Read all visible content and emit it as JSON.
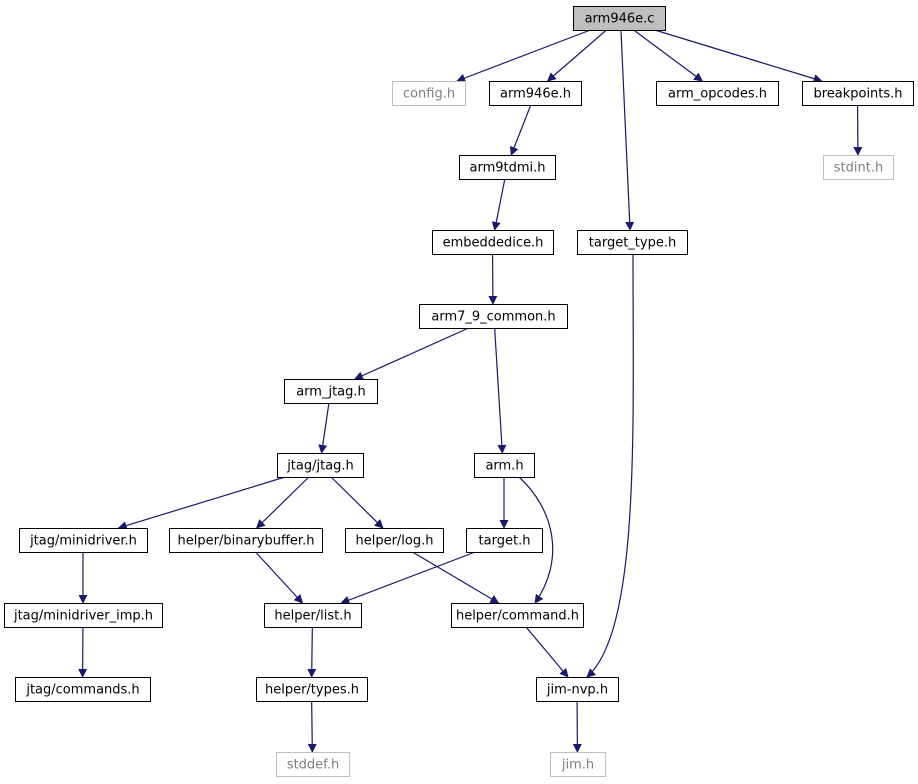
{
  "graph": {
    "nodes": [
      {
        "id": "arm946e_c",
        "label": "arm946e.c",
        "style": "root"
      },
      {
        "id": "config_h",
        "label": "config.h",
        "style": "external"
      },
      {
        "id": "arm946e_h",
        "label": "arm946e.h",
        "style": "normal"
      },
      {
        "id": "arm_opcodes_h",
        "label": "arm_opcodes.h",
        "style": "normal"
      },
      {
        "id": "breakpoints_h",
        "label": "breakpoints.h",
        "style": "normal"
      },
      {
        "id": "stdint_h",
        "label": "stdint.h",
        "style": "external"
      },
      {
        "id": "arm9tdmi_h",
        "label": "arm9tdmi.h",
        "style": "normal"
      },
      {
        "id": "embeddedice_h",
        "label": "embeddedice.h",
        "style": "normal"
      },
      {
        "id": "target_type_h",
        "label": "target_type.h",
        "style": "normal"
      },
      {
        "id": "arm7_9_common_h",
        "label": "arm7_9_common.h",
        "style": "normal"
      },
      {
        "id": "arm_jtag_h",
        "label": "arm_jtag.h",
        "style": "normal"
      },
      {
        "id": "jtag_jtag_h",
        "label": "jtag/jtag.h",
        "style": "normal"
      },
      {
        "id": "arm_h",
        "label": "arm.h",
        "style": "normal"
      },
      {
        "id": "jtag_minidriver_h",
        "label": "jtag/minidriver.h",
        "style": "normal"
      },
      {
        "id": "helper_binarybuffer_h",
        "label": "helper/binarybuffer.h",
        "style": "normal"
      },
      {
        "id": "helper_log_h",
        "label": "helper/log.h",
        "style": "normal"
      },
      {
        "id": "target_h",
        "label": "target.h",
        "style": "normal"
      },
      {
        "id": "jtag_minidriver_imp_h",
        "label": "jtag/minidriver_imp.h",
        "style": "normal"
      },
      {
        "id": "helper_list_h",
        "label": "helper/list.h",
        "style": "normal"
      },
      {
        "id": "helper_command_h",
        "label": "helper/command.h",
        "style": "normal"
      },
      {
        "id": "jtag_commands_h",
        "label": "jtag/commands.h",
        "style": "normal"
      },
      {
        "id": "helper_types_h",
        "label": "helper/types.h",
        "style": "normal"
      },
      {
        "id": "jim_nvp_h",
        "label": "jim-nvp.h",
        "style": "normal"
      },
      {
        "id": "stddef_h",
        "label": "stddef.h",
        "style": "external"
      },
      {
        "id": "jim_h",
        "label": "jim.h",
        "style": "external"
      }
    ],
    "edges": [
      {
        "from": "arm946e_c",
        "to": "config_h"
      },
      {
        "from": "arm946e_c",
        "to": "arm946e_h"
      },
      {
        "from": "arm946e_c",
        "to": "arm_opcodes_h"
      },
      {
        "from": "arm946e_c",
        "to": "breakpoints_h"
      },
      {
        "from": "arm946e_c",
        "to": "target_type_h"
      },
      {
        "from": "breakpoints_h",
        "to": "stdint_h"
      },
      {
        "from": "arm946e_h",
        "to": "arm9tdmi_h"
      },
      {
        "from": "arm9tdmi_h",
        "to": "embeddedice_h"
      },
      {
        "from": "embeddedice_h",
        "to": "arm7_9_common_h"
      },
      {
        "from": "arm7_9_common_h",
        "to": "arm_jtag_h"
      },
      {
        "from": "arm7_9_common_h",
        "to": "arm_h"
      },
      {
        "from": "arm_jtag_h",
        "to": "jtag_jtag_h"
      },
      {
        "from": "jtag_jtag_h",
        "to": "jtag_minidriver_h"
      },
      {
        "from": "jtag_jtag_h",
        "to": "helper_binarybuffer_h"
      },
      {
        "from": "jtag_jtag_h",
        "to": "helper_log_h"
      },
      {
        "from": "arm_h",
        "to": "target_h"
      },
      {
        "from": "arm_h",
        "to": "helper_command_h"
      },
      {
        "from": "jtag_minidriver_h",
        "to": "jtag_minidriver_imp_h"
      },
      {
        "from": "jtag_minidriver_imp_h",
        "to": "jtag_commands_h"
      },
      {
        "from": "helper_binarybuffer_h",
        "to": "helper_list_h"
      },
      {
        "from": "target_h",
        "to": "helper_list_h"
      },
      {
        "from": "helper_log_h",
        "to": "helper_command_h"
      },
      {
        "from": "helper_list_h",
        "to": "helper_types_h"
      },
      {
        "from": "helper_command_h",
        "to": "jim_nvp_h"
      },
      {
        "from": "target_type_h",
        "to": "jim_nvp_h"
      },
      {
        "from": "helper_types_h",
        "to": "stddef_h"
      },
      {
        "from": "jim_nvp_h",
        "to": "jim_h"
      }
    ]
  },
  "colors": {
    "edge": "#191970",
    "normal_border": "#000000",
    "external_border": "#bfbfbf",
    "external_text": "#7f7f7f",
    "root_fill": "#bfbfbf",
    "text": "#000000"
  }
}
